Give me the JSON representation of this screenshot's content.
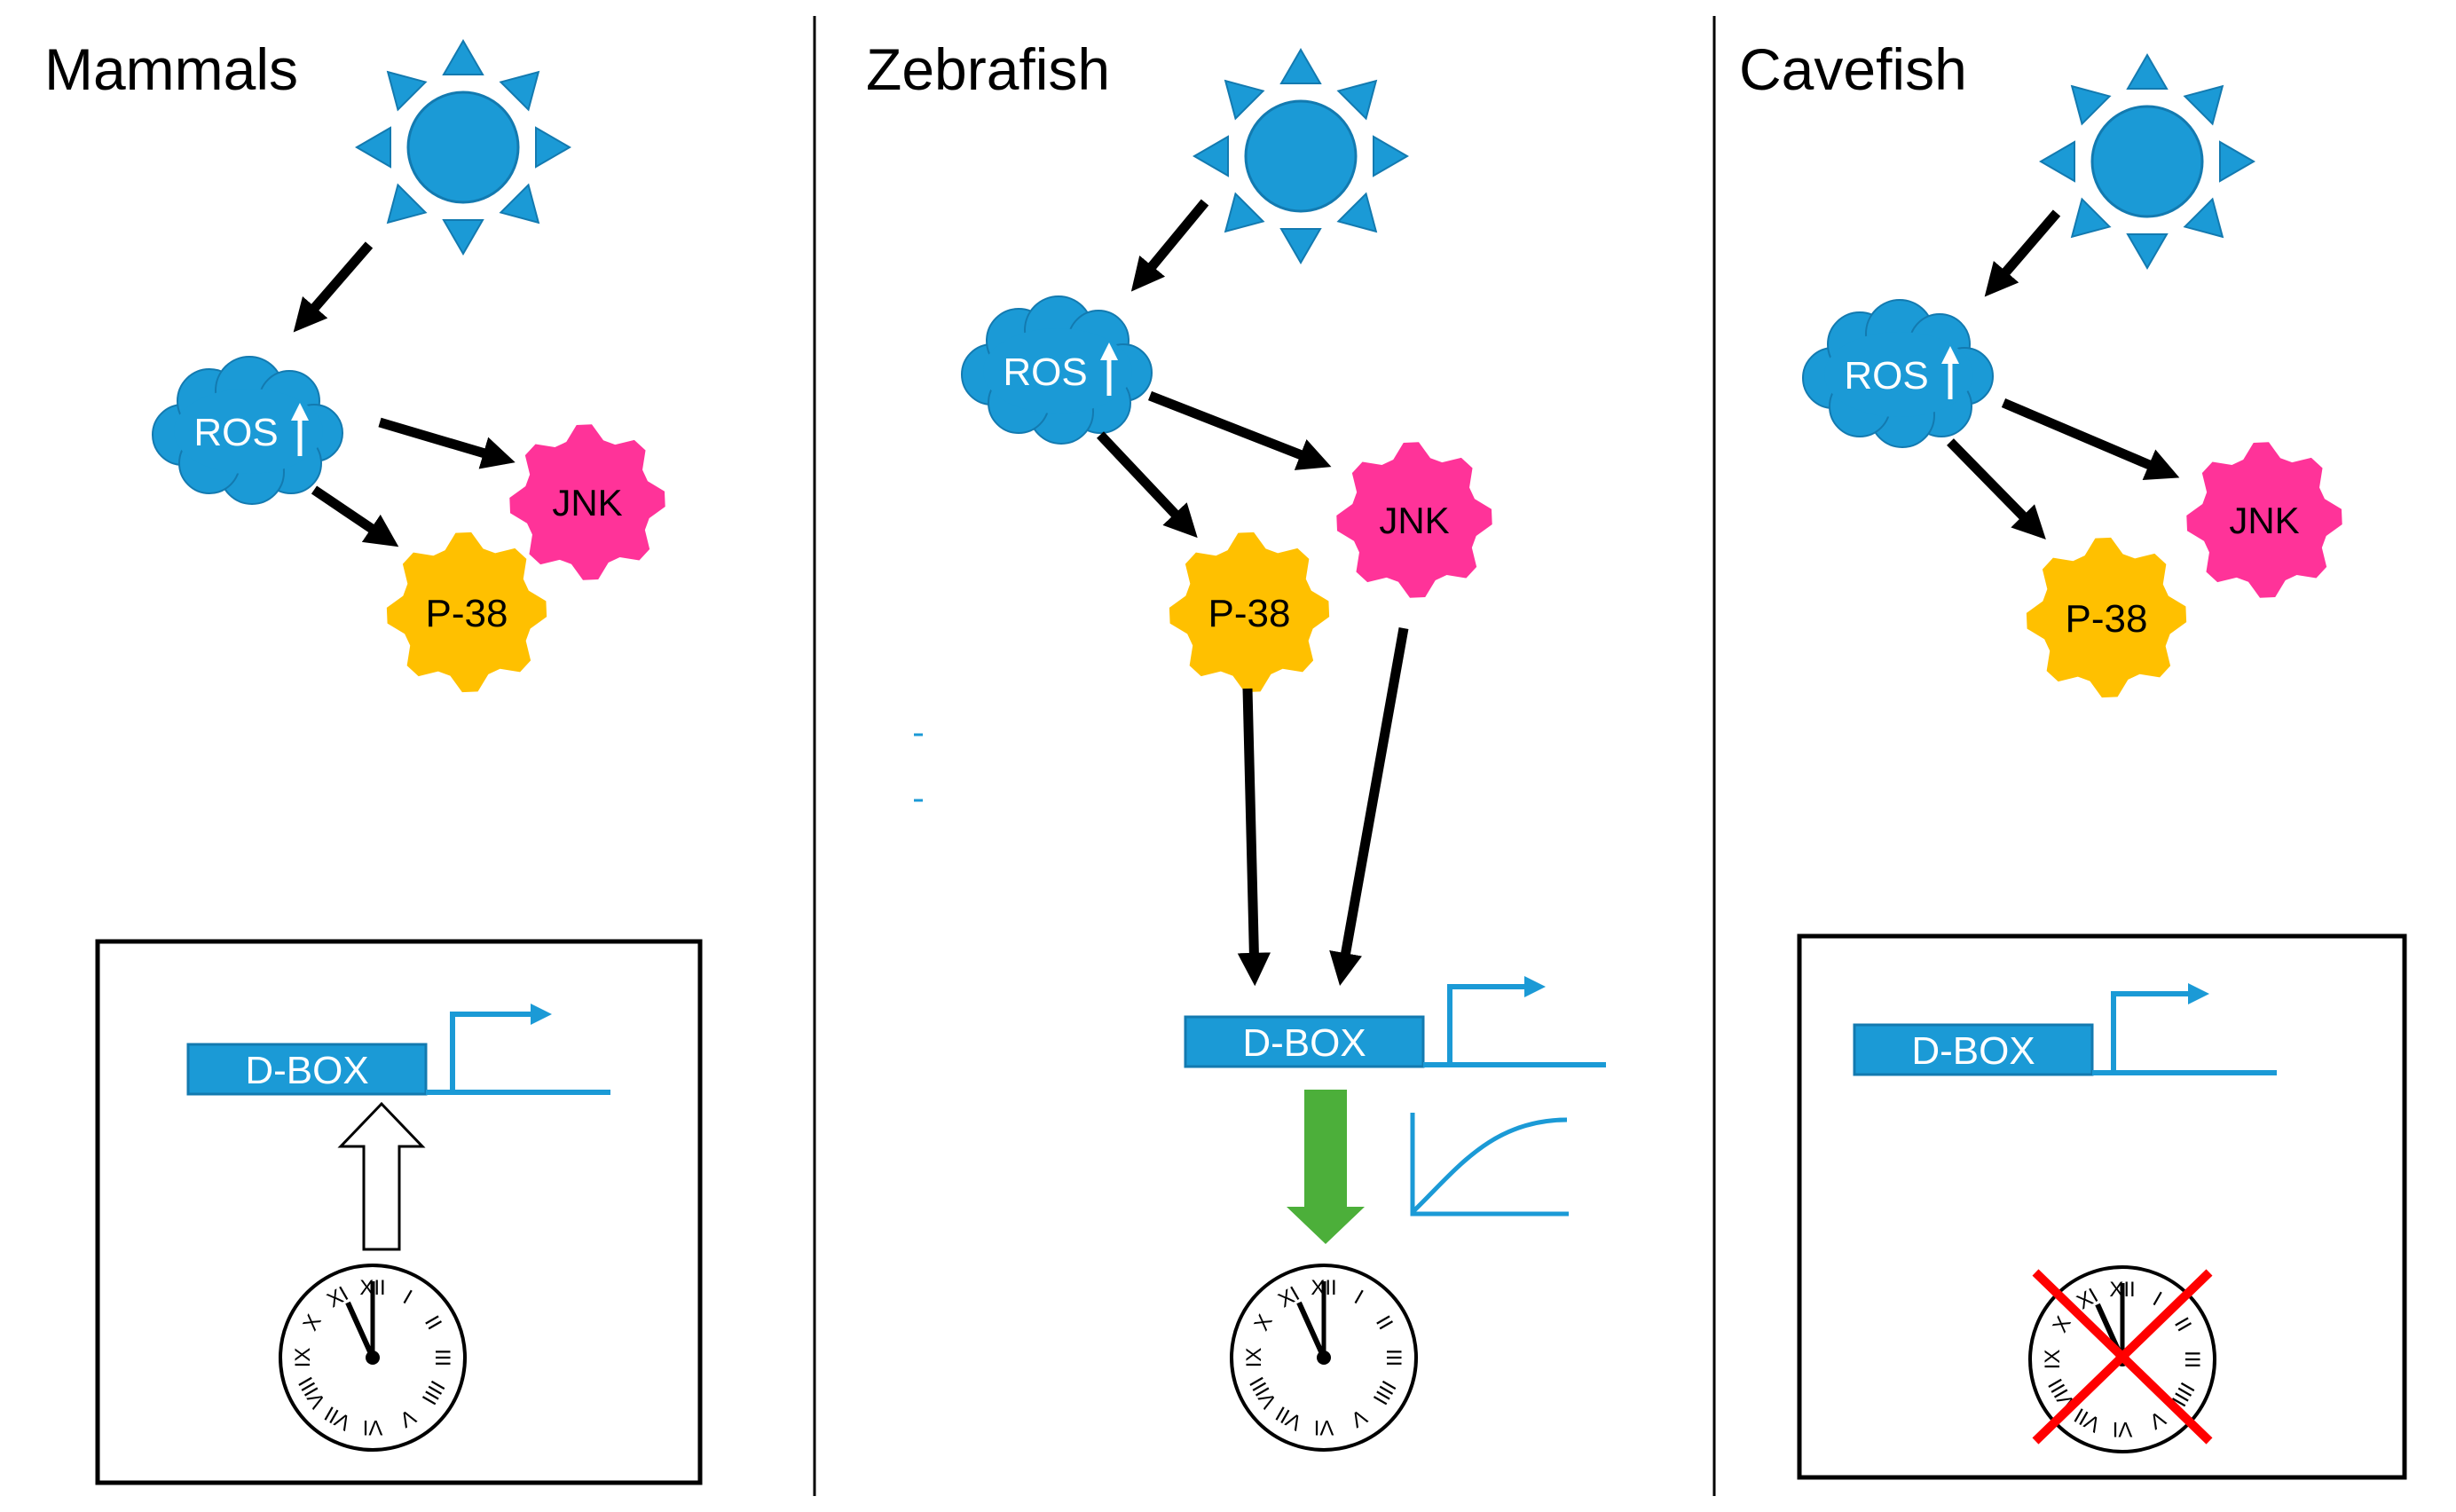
{
  "panels": [
    {
      "title": "Mammals",
      "ros_label": "ROS",
      "jnk_label": "JNK",
      "p38_label": "P-38",
      "dbox_label": "D-BOX",
      "clock_input": "open-arrow",
      "clock_state": "intact"
    },
    {
      "title": "Zebrafish",
      "ros_label": "ROS",
      "jnk_label": "JNK",
      "p38_label": "P-38",
      "dbox_label": "D-BOX",
      "clock_input": "green-arrow",
      "clock_state": "intact"
    },
    {
      "title": "Cavefish",
      "ros_label": "ROS",
      "jnk_label": "JNK",
      "p38_label": "P-38",
      "dbox_label": "D-BOX",
      "clock_input": "none",
      "clock_state": "crossed-out"
    }
  ],
  "clock_numerals": [
    "XII",
    "I",
    "II",
    "III",
    "IIII",
    "V",
    "VI",
    "VII",
    "VIII",
    "IX",
    "X",
    "XI"
  ],
  "colors": {
    "sun": "#1b9ad6",
    "ros": "#1b9ad6",
    "jnk": "#ff3399",
    "p38": "#ffc000",
    "dbox": "#1b9ad6",
    "green_arrow": "#4caf3a",
    "cross": "#ff0000"
  }
}
